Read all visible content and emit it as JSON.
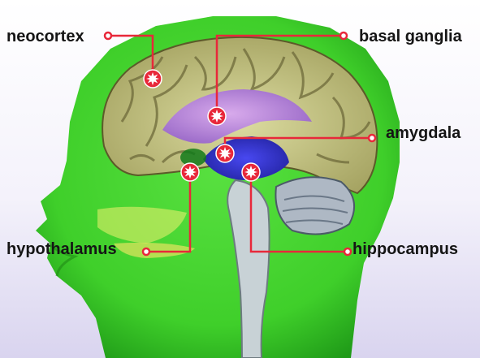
{
  "labels": {
    "neocortex": "neocortex",
    "basal_ganglia": "basal ganglia",
    "amygdala": "amygdala",
    "hypothalamus": "hypothalamus",
    "hippocampus": "hippocampus"
  },
  "colors": {
    "head": "#3fcf2a",
    "head_dark": "#1f9a18",
    "cortex": "#c9c98a",
    "cortex_fold": "#6e6a3a",
    "ventricle": "#b080d8",
    "deep_blue": "#3b3bd8",
    "leader_line": "#e8283a",
    "marker_fill": "#e8283a",
    "marker_star": "#ffffff",
    "text": "#151515"
  }
}
